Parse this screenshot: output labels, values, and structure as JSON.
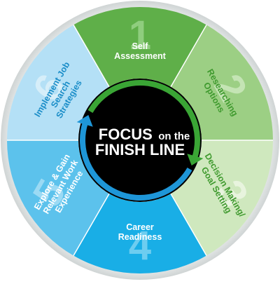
{
  "center": {
    "line1_big": "FOCUS",
    "line1_small": "on the",
    "line2": "FINISH LINE"
  },
  "segments": [
    {
      "number": "1",
      "lines": [
        "Self",
        "Assessment"
      ],
      "fill": "#5faf49",
      "num_color": "#8fcd7e",
      "text_color": "#ffffff"
    },
    {
      "number": "2",
      "lines": [
        "Researching",
        "Options"
      ],
      "fill": "#9ccf84",
      "num_color": "#c4e4b4",
      "text_color": "#3f9a2e"
    },
    {
      "number": "3",
      "lines": [
        "Decision Making/",
        "Goal Setting"
      ],
      "fill": "#cfe8be",
      "num_color": "#e8f4de",
      "text_color": "#3f9a2e"
    },
    {
      "number": "4",
      "lines": [
        "Career",
        "Readiness"
      ],
      "fill": "#19aee6",
      "num_color": "#6dcdf0",
      "text_color": "#ffffff"
    },
    {
      "number": "5",
      "lines": [
        "Explore & Gain",
        "Relevant Work",
        "Experience"
      ],
      "fill": "#5cc2ec",
      "num_color": "#9bdaf4",
      "text_color": "#ffffff"
    },
    {
      "number": "6",
      "lines": [
        "Implement Job",
        "Search",
        "Strategies"
      ],
      "fill": "#b4e0f6",
      "num_color": "#d6eef9",
      "text_color": "#1a8dc8"
    }
  ],
  "colors": {
    "outer_ring": "#e9ecec",
    "separator": "#ffffff",
    "center_fill": "#000000",
    "ring_green": "#3aa535",
    "ring_blue": "#1e96d8",
    "center_text": "#ffffff"
  }
}
